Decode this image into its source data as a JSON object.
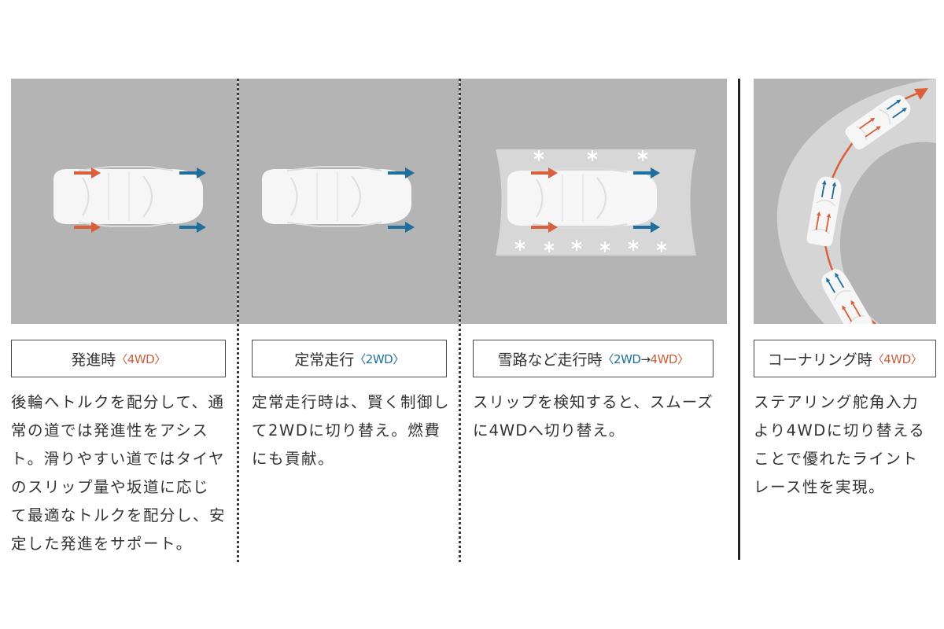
{
  "colors": {
    "panel_bg": "#b4b4b4",
    "car": "#f6f6f6",
    "tire": "#5f5f5f",
    "front_drive_arrow": "#1f6f9e",
    "rear_drive_arrow": "#d9603a",
    "snow": "#ffffff",
    "curve_road": "#d5d5d5"
  },
  "sections": [
    {
      "id": "start",
      "label_main": "発進時",
      "bracket_open": "〈",
      "mode": "4WD",
      "bracket_close": "〉",
      "desc_lines": [
        "後輪へトルクを配分して、通",
        "常の道では発進性をアシス",
        "ト。滑りやすい道ではタイヤ",
        "のスリップ量や坂道に応じ",
        "て最適なトルクを配分し、安",
        "定した発進をサポート。"
      ]
    },
    {
      "id": "steady",
      "label_main": "定常走行",
      "bracket_open": "〈",
      "mode": "2WD",
      "bracket_close": "〉",
      "desc_lines": [
        "定常走行時は、賢く制御し",
        "て2WDに切り替え。燃費",
        "にも貢献。"
      ]
    },
    {
      "id": "snow",
      "label_main": "雪路など走行時",
      "bracket_open": "〈",
      "mode_from": "2WD",
      "arrow": "→",
      "mode_to": "4WD",
      "bracket_close": "〉",
      "desc_lines": [
        "スリップを検知すると、スムーズ",
        "に4WDへ切り替え。"
      ]
    },
    {
      "id": "cornering",
      "label_main": "コーナリング時",
      "bracket_open": "〈",
      "mode": "4WD",
      "bracket_close": "〉",
      "desc_lines": [
        "ステアリング舵角入力",
        "より4WDに切り替える",
        "ことで優れたライント",
        "レース性を実現。"
      ]
    }
  ]
}
